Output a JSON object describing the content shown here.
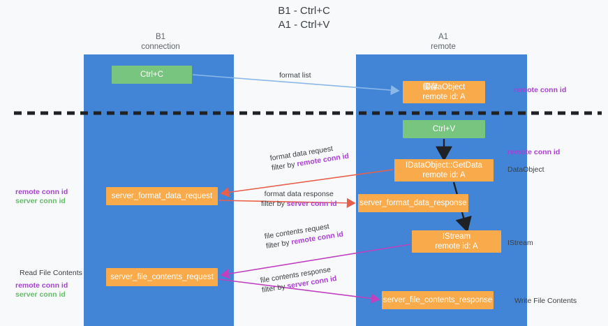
{
  "title": {
    "line1": "B1 - Ctrl+C",
    "line2": "A1 - Ctrl+V"
  },
  "colors": {
    "lane": "#4285d6",
    "green_node": "#78c57f",
    "orange_node": "#f9aa4b",
    "purple_text": "#a93fd4",
    "green_text": "#66bb6a",
    "blue_arrow": "#8ab8e8",
    "red_arrow": "#e8604c",
    "magenta_arrow": "#c040c0",
    "black_arrow": "#202124",
    "divider": "#202124"
  },
  "lanes": [
    {
      "id": "b1",
      "title": "B1",
      "subtitle": "connection"
    },
    {
      "id": "a1",
      "title": "A1",
      "subtitle": "remote"
    }
  ],
  "nodes": {
    "ctrl_c": {
      "label": "Ctrl+C",
      "sub": ""
    },
    "idataobject": {
      "label": "IDataObject",
      "sub": "remote id: A",
      "overlap_glyph": "保存"
    },
    "ctrl_v": {
      "label": "Ctrl+V",
      "sub": ""
    },
    "getdata": {
      "label": "IDataObject::GetData",
      "sub": "remote id: A"
    },
    "server_format_data_request": {
      "label": "server_format_data_request",
      "sub": ""
    },
    "server_format_data_response": {
      "label": "server_format_data_response",
      "sub": ""
    },
    "istream": {
      "label": "IStream",
      "sub": "remote id: A"
    },
    "server_file_contents_request": {
      "label": "server_file_contents_request",
      "sub": ""
    },
    "server_file_contents_response": {
      "label": "server_file_contents_response",
      "sub": ""
    }
  },
  "edge_labels": {
    "format_list": "format list",
    "format_data_request": "format data request",
    "format_data_request_filter_prefix": "filter by ",
    "format_data_request_filter_key": "remote conn id",
    "format_data_response": "format data response",
    "format_data_response_filter_prefix": "filter by ",
    "format_data_response_filter_key": "server conn id",
    "file_contents_request": "file contents request",
    "file_contents_request_filter_prefix": "filter by ",
    "file_contents_request_filter_key": "remote conn id",
    "file_contents_response": "file contents response",
    "file_contents_response_filter_prefix": "filter by ",
    "file_contents_response_filter_key": "server conn id"
  },
  "side_notes": {
    "right_remote_conn_top": "remote conn id",
    "right_remote_conn_mid": "remote conn id",
    "right_dataobject": "DataObject",
    "right_istream": "IStream",
    "right_write_file_contents": "Write File Contents",
    "left_remote_conn_1": "remote conn id",
    "left_server_conn_1": "server conn id",
    "left_read_file_contents": "Read File Contents",
    "left_remote_conn_2": "remote conn id",
    "left_server_conn_2": "server conn id"
  }
}
